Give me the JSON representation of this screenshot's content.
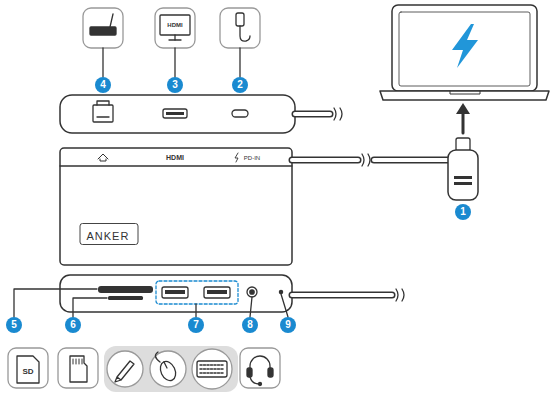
{
  "diagram": {
    "nodes": [
      {
        "text": [
          "ANKER"
        ]
      }
    ],
    "labels": [
      "HDMI",
      "4",
      "3",
      "2",
      "HDMI",
      "PD-IN",
      "1",
      "5",
      "6",
      "7",
      "8",
      "9",
      "SD"
    ]
  }
}
